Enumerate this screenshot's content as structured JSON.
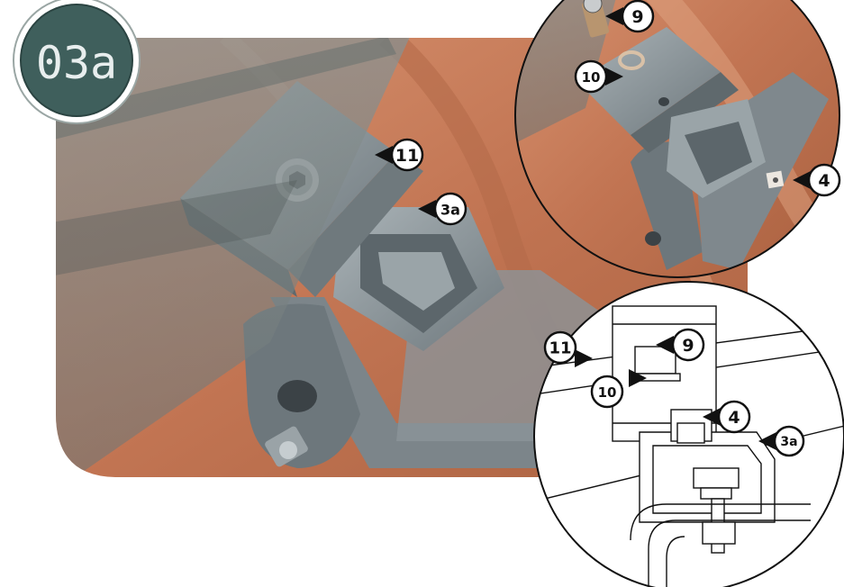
{
  "step": {
    "label": "03a"
  },
  "callouts_main": [
    {
      "id": "c11",
      "label": "11"
    },
    {
      "id": "c3a",
      "label": "3a"
    }
  ],
  "callouts_zoom_top": [
    {
      "id": "c9",
      "label": "9"
    },
    {
      "id": "c10",
      "label": "10"
    },
    {
      "id": "c4",
      "label": "4"
    }
  ],
  "callouts_zoom_bottom": [
    {
      "id": "c11",
      "label": "11"
    },
    {
      "id": "c9",
      "label": "9"
    },
    {
      "id": "c10",
      "label": "10"
    },
    {
      "id": "c4",
      "label": "4"
    },
    {
      "id": "c3a",
      "label": "3a"
    }
  ],
  "colors": {
    "roof_tile": "#c9805f",
    "roof_tile_dark": "#9e5a3e",
    "metal": "#8d979c",
    "metal_dark": "#5f686c",
    "glass": "#7e8a8a",
    "badge_fill": "#3f5f5c"
  }
}
